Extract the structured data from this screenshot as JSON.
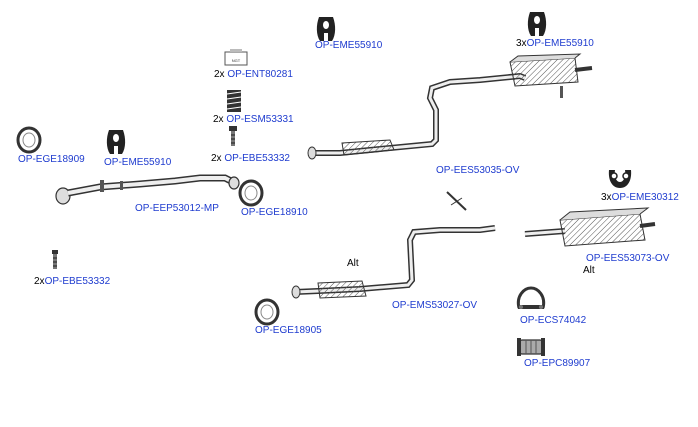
{
  "colors": {
    "link": "#1f3ccf",
    "text": "#000000",
    "part_fill": "#d9d9d9",
    "part_stroke": "#333333"
  },
  "parts": [
    {
      "qty": "",
      "code": "OP-EME55910",
      "icon": "rubber-hanger-icon"
    },
    {
      "qty": "3x",
      "code": "OP-EME55910",
      "icon": "rubber-hanger-icon"
    },
    {
      "qty": "2x",
      "code": "OP-ENT80281",
      "icon": "sticker-label-icon",
      "sticker_text": "NGT"
    },
    {
      "qty": "2x",
      "code": "OP-ESM53331",
      "icon": "coil-spring-icon"
    },
    {
      "qty": "2x",
      "code": "OP-EBE53332",
      "icon": "bolt-icon"
    },
    {
      "qty": "",
      "code": "OP-EGE18909",
      "icon": "gasket-ring-icon"
    },
    {
      "qty": "",
      "code": "OP-EME55910",
      "icon": "rubber-hanger-icon"
    },
    {
      "qty": "",
      "code": "OP-EEP53012-MP",
      "icon": "front-pipe-icon"
    },
    {
      "qty": "",
      "code": "OP-EGE18910",
      "icon": "gasket-ring-icon"
    },
    {
      "qty": "2x",
      "code": "OP-EBE53332",
      "icon": "bolt-icon"
    },
    {
      "qty": "",
      "code": "OP-EES53035-OV",
      "icon": "catalyst-rear-box-icon"
    },
    {
      "qty": "3x",
      "code": "OP-EME30312",
      "icon": "rubber-hanger-icon"
    },
    {
      "qty": "",
      "code": "OP-EES53073-OV",
      "icon": "rear-silencer-icon"
    },
    {
      "qty": "",
      "code": "OP-EMS53027-OV",
      "icon": "catalyst-middle-pipe-icon"
    },
    {
      "qty": "",
      "code": "OP-EGE18905",
      "icon": "gasket-ring-icon"
    },
    {
      "qty": "",
      "code": "OP-ECS74042",
      "icon": "clamp-icon"
    },
    {
      "qty": "",
      "code": "OP-EPC89907",
      "icon": "pipe-connector-icon"
    }
  ],
  "notes": [
    "Alt",
    "Alt"
  ]
}
